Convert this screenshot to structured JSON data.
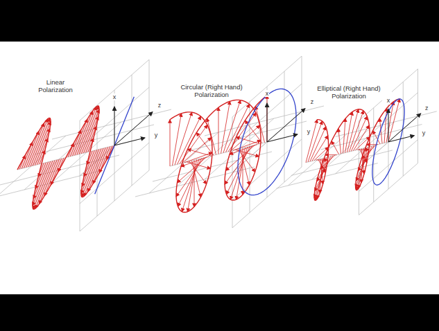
{
  "diagram": {
    "labels": [
      "Linear Polarization",
      "x",
      "z",
      "y",
      "Circular (Right Hand) Polarization",
      "x",
      "z",
      "y",
      "Elliptical (Right Hand) Polarization",
      "x",
      "z",
      "y"
    ]
  }
}
